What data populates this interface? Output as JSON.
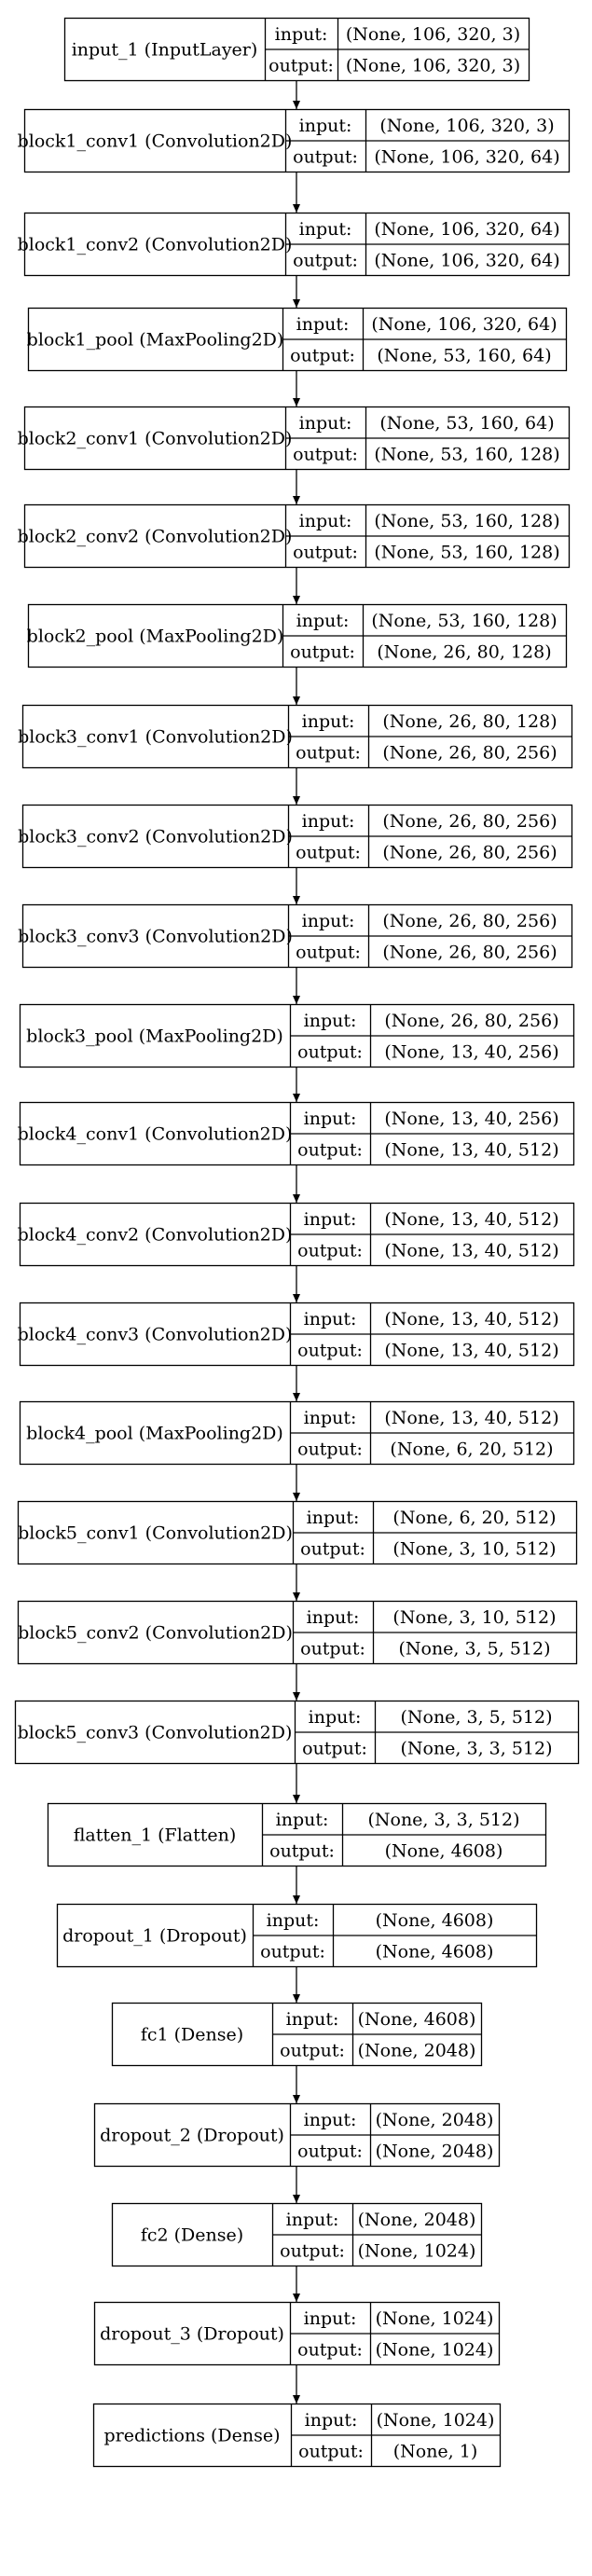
{
  "diagram": {
    "colors": {
      "stroke": "#000000",
      "background": "#ffffff",
      "text": "#000000"
    },
    "layers": [
      {
        "name": "input_1 (InputLayer)",
        "input_label": "input:",
        "output_label": "output:",
        "input_shape": "(None, 106, 320, 3)",
        "output_shape": "(None, 106, 320, 3)"
      },
      {
        "name": "block1_conv1 (Convolution2D)",
        "input_label": "input:",
        "output_label": "output:",
        "input_shape": "(None, 106, 320, 3)",
        "output_shape": "(None, 106, 320, 64)"
      },
      {
        "name": "block1_conv2 (Convolution2D)",
        "input_label": "input:",
        "output_label": "output:",
        "input_shape": "(None, 106, 320, 64)",
        "output_shape": "(None, 106, 320, 64)"
      },
      {
        "name": "block1_pool (MaxPooling2D)",
        "input_label": "input:",
        "output_label": "output:",
        "input_shape": "(None, 106, 320, 64)",
        "output_shape": "(None, 53, 160, 64)"
      },
      {
        "name": "block2_conv1 (Convolution2D)",
        "input_label": "input:",
        "output_label": "output:",
        "input_shape": "(None, 53, 160, 64)",
        "output_shape": "(None, 53, 160, 128)"
      },
      {
        "name": "block2_conv2 (Convolution2D)",
        "input_label": "input:",
        "output_label": "output:",
        "input_shape": "(None, 53, 160, 128)",
        "output_shape": "(None, 53, 160, 128)"
      },
      {
        "name": "block2_pool (MaxPooling2D)",
        "input_label": "input:",
        "output_label": "output:",
        "input_shape": "(None, 53, 160, 128)",
        "output_shape": "(None, 26, 80, 128)"
      },
      {
        "name": "block3_conv1 (Convolution2D)",
        "input_label": "input:",
        "output_label": "output:",
        "input_shape": "(None, 26, 80, 128)",
        "output_shape": "(None, 26, 80, 256)"
      },
      {
        "name": "block3_conv2 (Convolution2D)",
        "input_label": "input:",
        "output_label": "output:",
        "input_shape": "(None, 26, 80, 256)",
        "output_shape": "(None, 26, 80, 256)"
      },
      {
        "name": "block3_conv3 (Convolution2D)",
        "input_label": "input:",
        "output_label": "output:",
        "input_shape": "(None, 26, 80, 256)",
        "output_shape": "(None, 26, 80, 256)"
      },
      {
        "name": "block3_pool (MaxPooling2D)",
        "input_label": "input:",
        "output_label": "output:",
        "input_shape": "(None, 26, 80, 256)",
        "output_shape": "(None, 13, 40, 256)"
      },
      {
        "name": "block4_conv1 (Convolution2D)",
        "input_label": "input:",
        "output_label": "output:",
        "input_shape": "(None, 13, 40, 256)",
        "output_shape": "(None, 13, 40, 512)"
      },
      {
        "name": "block4_conv2 (Convolution2D)",
        "input_label": "input:",
        "output_label": "output:",
        "input_shape": "(None, 13, 40, 512)",
        "output_shape": "(None, 13, 40, 512)"
      },
      {
        "name": "block4_conv3 (Convolution2D)",
        "input_label": "input:",
        "output_label": "output:",
        "input_shape": "(None, 13, 40, 512)",
        "output_shape": "(None, 13, 40, 512)"
      },
      {
        "name": "block4_pool (MaxPooling2D)",
        "input_label": "input:",
        "output_label": "output:",
        "input_shape": "(None, 13, 40, 512)",
        "output_shape": "(None, 6, 20, 512)"
      },
      {
        "name": "block5_conv1 (Convolution2D)",
        "input_label": "input:",
        "output_label": "output:",
        "input_shape": "(None, 6, 20, 512)",
        "output_shape": "(None, 3, 10, 512)"
      },
      {
        "name": "block5_conv2 (Convolution2D)",
        "input_label": "input:",
        "output_label": "output:",
        "input_shape": "(None, 3, 10, 512)",
        "output_shape": "(None, 3, 5, 512)"
      },
      {
        "name": "block5_conv3 (Convolution2D)",
        "input_label": "input:",
        "output_label": "output:",
        "input_shape": "(None, 3, 5, 512)",
        "output_shape": "(None, 3, 3, 512)"
      },
      {
        "name": "flatten_1 (Flatten)",
        "input_label": "input:",
        "output_label": "output:",
        "input_shape": "(None, 3, 3, 512)",
        "output_shape": "(None, 4608)"
      },
      {
        "name": "dropout_1 (Dropout)",
        "input_label": "input:",
        "output_label": "output:",
        "input_shape": "(None, 4608)",
        "output_shape": "(None, 4608)"
      },
      {
        "name": "fc1 (Dense)",
        "input_label": "input:",
        "output_label": "output:",
        "input_shape": "(None, 4608)",
        "output_shape": "(None, 2048)"
      },
      {
        "name": "dropout_2 (Dropout)",
        "input_label": "input:",
        "output_label": "output:",
        "input_shape": "(None, 2048)",
        "output_shape": "(None, 2048)"
      },
      {
        "name": "fc2 (Dense)",
        "input_label": "input:",
        "output_label": "output:",
        "input_shape": "(None, 2048)",
        "output_shape": "(None, 1024)"
      },
      {
        "name": "dropout_3 (Dropout)",
        "input_label": "input:",
        "output_label": "output:",
        "input_shape": "(None, 1024)",
        "output_shape": "(None, 1024)"
      },
      {
        "name": "predictions (Dense)",
        "input_label": "input:",
        "output_label": "output:",
        "input_shape": "(None, 1024)",
        "output_shape": "(None, 1)"
      }
    ]
  }
}
